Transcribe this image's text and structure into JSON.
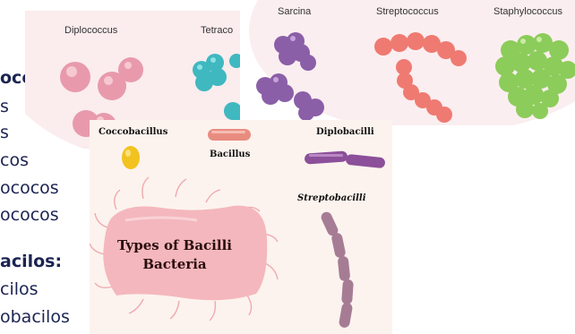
{
  "slide": {
    "cocos_heading": "ocos:",
    "cocos_items": [
      "s",
      "s",
      "cos",
      "ococos",
      "ococos"
    ],
    "bacilos_heading": "acilos:",
    "bacilos_items": [
      "cilos",
      "obacilos"
    ]
  },
  "cocci_panel_left": {
    "labels": [
      "Diplococcus",
      "Tetraco"
    ]
  },
  "cocci_panel_right": {
    "labels": [
      "Sarcina",
      "Streptococcus",
      "Staphylococcus"
    ]
  },
  "bacilli_panel": {
    "labels": {
      "coccobacillus": "Coccobacillus",
      "bacillus": "Bacillus",
      "diplobacilli": "Diplobacilli",
      "streptobacilli": "Streptobacilli"
    },
    "title_line1": "Types of Bacilli",
    "title_line2": "Bacteria"
  },
  "colors": {
    "text_navy": "#1c2452",
    "diplococcus_pink": "#e89aac",
    "tetracoccus_teal": "#3fb8c0",
    "sarcina_purple": "#8b5fa8",
    "streptococcus_coral": "#ef7a72",
    "staphylococcus_green": "#8ccc5a",
    "coccobacillus_yellow": "#f2c21f",
    "bacillus_salmon": "#e98c80",
    "diplobacilli_purple": "#8c4f9a",
    "streptobacilli_mauve": "#a67c95"
  }
}
